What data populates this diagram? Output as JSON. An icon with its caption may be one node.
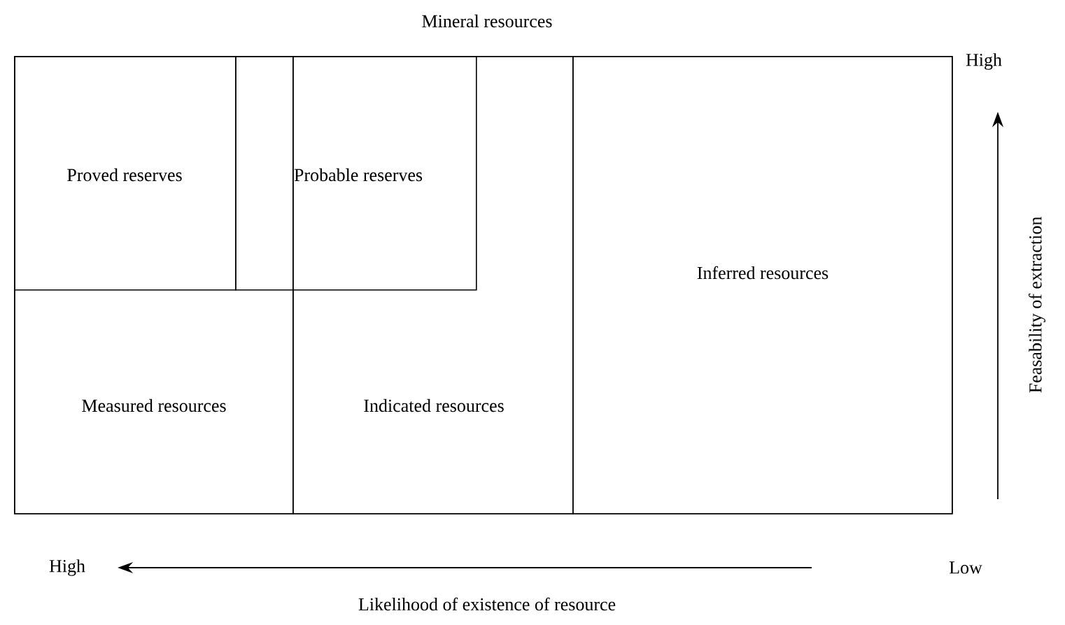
{
  "diagram": {
    "nodes": [
      {
        "text": [
          "Mineral resources"
        ]
      },
      {
        "text": [
          "Measured resources"
        ],
        "in": 0
      },
      {
        "text": [
          "Proved reserves"
        ],
        "in": 1
      },
      {
        "text": [
          "Indicated resources"
        ],
        "in": 0
      },
      {
        "text": [
          "Probable reserves"
        ],
        "in": 0
      },
      {
        "text": [
          "Inferred resources"
        ],
        "in": 0
      }
    ],
    "edges": [],
    "labels": [
      "High",
      "Feasability of extraction",
      "High",
      "Low",
      "Likelihood of existence of resource"
    ]
  }
}
